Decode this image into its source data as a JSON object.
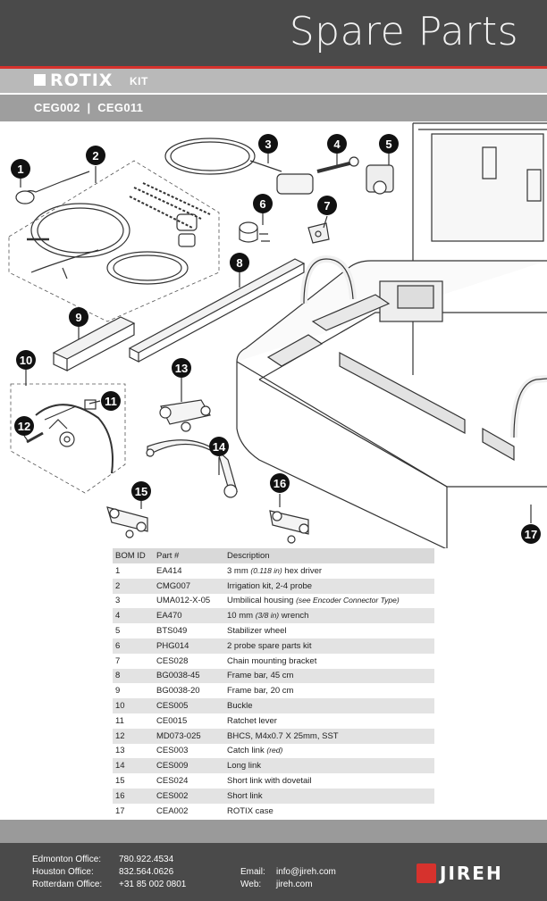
{
  "header": {
    "title": "Spare Parts"
  },
  "kit": {
    "brand": "ROTIX",
    "label": "KIT",
    "codes": "CEG002  |  CEG011"
  },
  "diagram": {
    "callouts": [
      "1",
      "2",
      "3",
      "4",
      "5",
      "6",
      "7",
      "8",
      "9",
      "10",
      "11",
      "12",
      "13",
      "14",
      "15",
      "16",
      "17"
    ]
  },
  "bom": {
    "headers": [
      "BOM ID",
      "Part #",
      "Description"
    ],
    "rows": [
      {
        "id": "1",
        "part": "EA414",
        "desc": "3 mm ",
        "note": "(0.118 in)",
        "desc2": " hex driver"
      },
      {
        "id": "2",
        "part": "CMG007",
        "desc": "Irrigation kit, 2-4 probe",
        "note": "",
        "desc2": ""
      },
      {
        "id": "3",
        "part": "UMA012-X-05",
        "desc": "Umbilical housing ",
        "note": "(see Encoder Connector Type)",
        "desc2": ""
      },
      {
        "id": "4",
        "part": "EA470",
        "desc": "10 mm ",
        "note": "(3/8 in)",
        "desc2": " wrench"
      },
      {
        "id": "5",
        "part": "BTS049",
        "desc": "Stabilizer wheel",
        "note": "",
        "desc2": ""
      },
      {
        "id": "6",
        "part": "PHG014",
        "desc": "2 probe spare parts kit",
        "note": "",
        "desc2": ""
      },
      {
        "id": "7",
        "part": "CES028",
        "desc": "Chain mounting bracket",
        "note": "",
        "desc2": ""
      },
      {
        "id": "8",
        "part": "BG0038-45",
        "desc": "Frame bar, 45 cm",
        "note": "",
        "desc2": ""
      },
      {
        "id": "9",
        "part": "BG0038-20",
        "desc": "Frame bar, 20 cm",
        "note": "",
        "desc2": ""
      },
      {
        "id": "10",
        "part": "CES005",
        "desc": "Buckle",
        "note": "",
        "desc2": ""
      },
      {
        "id": "11",
        "part": "CE0015",
        "desc": "Ratchet lever",
        "note": "",
        "desc2": ""
      },
      {
        "id": "12",
        "part": "MD073-025",
        "desc": "BHCS, M4x0.7 X 25mm, SST",
        "note": "",
        "desc2": ""
      },
      {
        "id": "13",
        "part": "CES003",
        "desc": "Catch link ",
        "note": "(red)",
        "desc2": ""
      },
      {
        "id": "14",
        "part": "CES009",
        "desc": "Long link",
        "note": "",
        "desc2": ""
      },
      {
        "id": "15",
        "part": "CES024",
        "desc": "Short link with dovetail",
        "note": "",
        "desc2": ""
      },
      {
        "id": "16",
        "part": "CES002",
        "desc": "Short link",
        "note": "",
        "desc2": ""
      },
      {
        "id": "17",
        "part": "CEA002",
        "desc": "ROTIX case",
        "note": "",
        "desc2": ""
      }
    ]
  },
  "footer": {
    "offices": [
      {
        "label": "Edmonton Office:",
        "phone": "780.922.4534"
      },
      {
        "label": "Houston Office:",
        "phone": "832.564.0626"
      },
      {
        "label": "Rotterdam Office:",
        "phone": "+31 85 002 0801"
      }
    ],
    "contacts": [
      {
        "label": "Email:",
        "value": "info@jireh.com"
      },
      {
        "label": "Web:",
        "value": "jireh.com"
      }
    ],
    "brand": "JIREH"
  },
  "colors": {
    "header": "#4a4a4a",
    "accent": "#d6322d",
    "band": "#b9b9b9",
    "shade": "#e3e3e3"
  }
}
